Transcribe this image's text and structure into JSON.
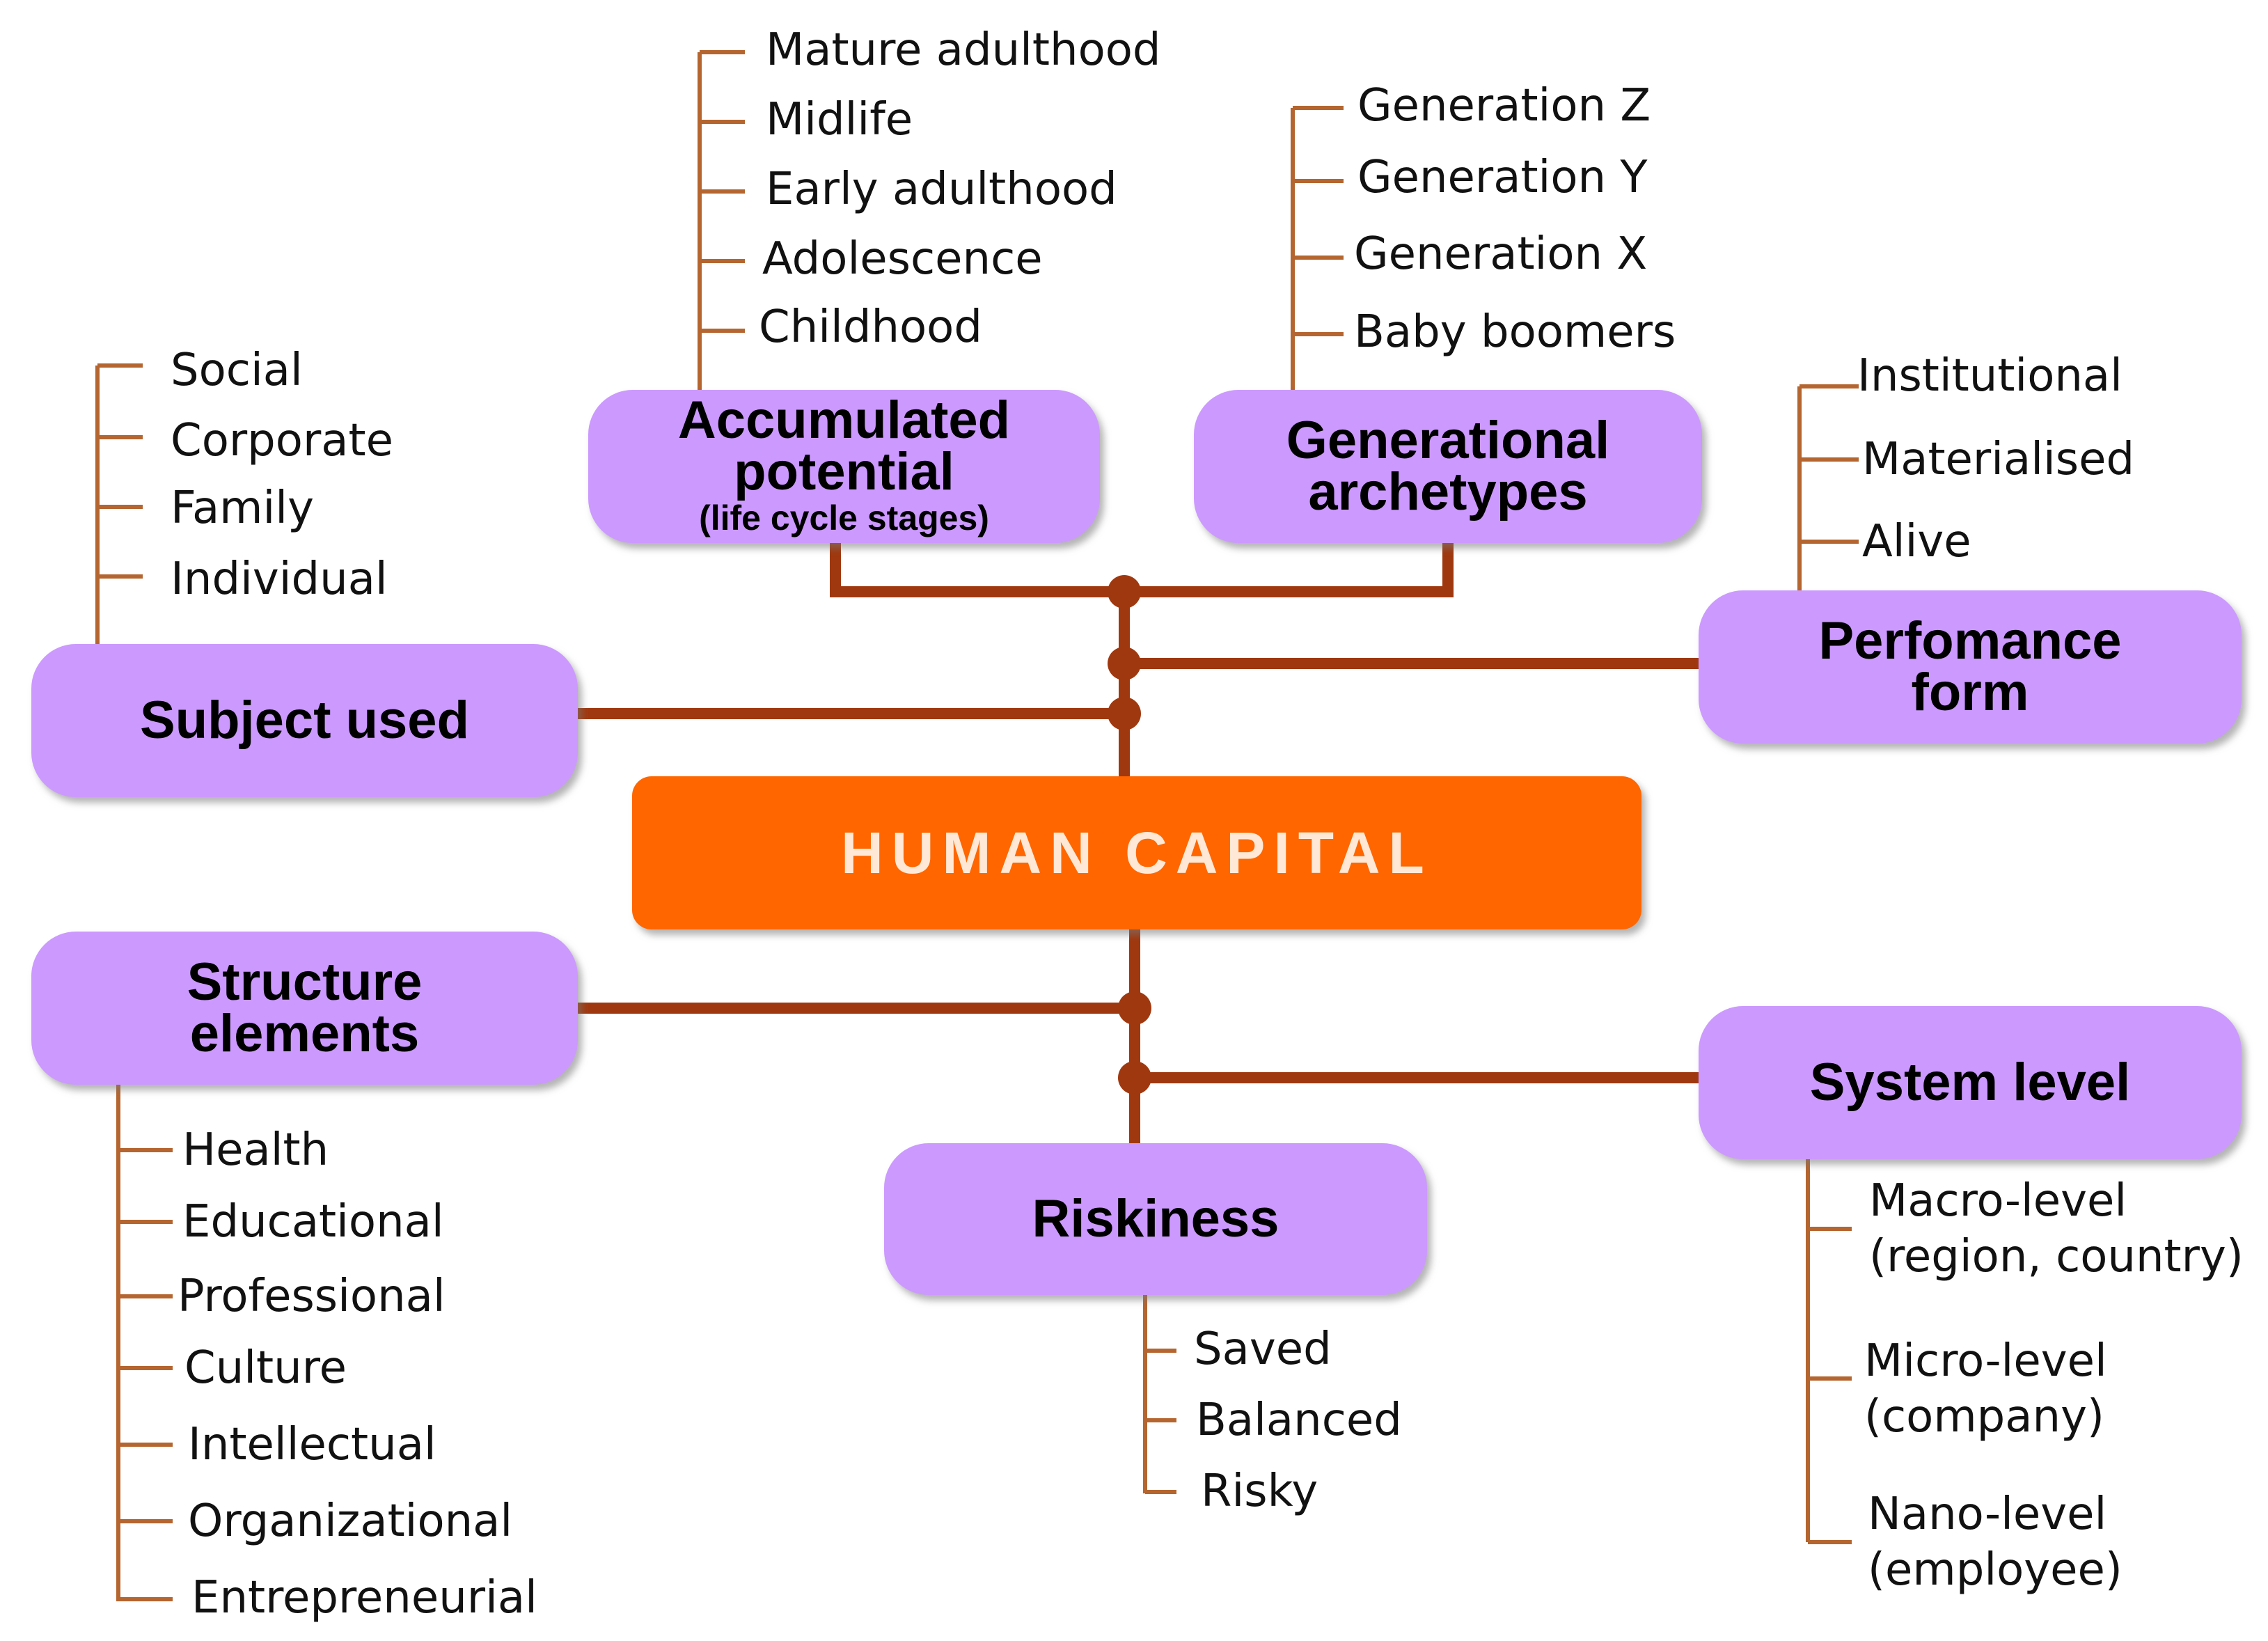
{
  "center": {
    "label": "HUMAN CAPITAL"
  },
  "colors": {
    "node_fill": "#cc99ff",
    "center_fill": "#ff6600",
    "trunk_line": "#a0380f",
    "branch_line": "#b5652f"
  },
  "categories": {
    "accumulated_potential": {
      "title_line1": "Accumulated",
      "title_line2": "potential",
      "subtitle": "(life cycle stages)",
      "items": [
        "Mature adulthood",
        "Midlife",
        "Early adulthood",
        "Adolescence",
        "Childhood"
      ]
    },
    "generational_archetypes": {
      "title_line1": "Generational",
      "title_line2": "archetypes",
      "items": [
        "Generation Z",
        "Generation Y",
        "Generation X",
        "Baby boomers"
      ]
    },
    "subject_used": {
      "title": "Subject used",
      "items": [
        "Social",
        "Corporate",
        "Family",
        "Individual"
      ]
    },
    "performance_form": {
      "title_line1": "Perfomance",
      "title_line2": "form",
      "items": [
        "Institutional",
        "Materialised",
        "Alive"
      ]
    },
    "structure_elements": {
      "title_line1": "Structure",
      "title_line2": "elements",
      "items": [
        "Health",
        "Educational",
        "Professional",
        "Culture",
        "Intellectual",
        "Organizational",
        "Entrepreneurial"
      ]
    },
    "riskiness": {
      "title": "Riskiness",
      "items": [
        "Saved",
        "Balanced",
        "Risky"
      ]
    },
    "system_level": {
      "title": "System level",
      "items": [
        {
          "line1": "Macro-level",
          "line2": "(region, country)"
        },
        {
          "line1": "Micro-level",
          "line2": "(company)"
        },
        {
          "line1": "Nano-level",
          "line2": "(employee)"
        }
      ]
    }
  }
}
